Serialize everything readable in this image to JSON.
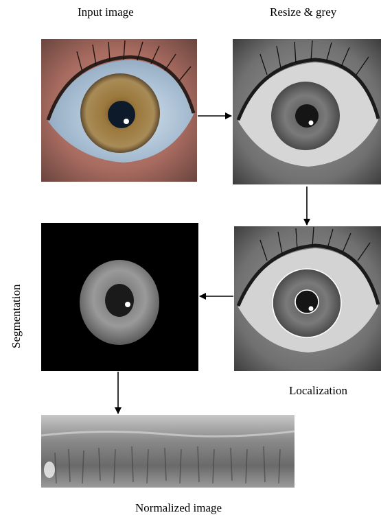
{
  "labels": {
    "input": "Input image",
    "resize": "Resize & grey",
    "segmentation": "Segmentation",
    "localization": "Localization",
    "normalized": "Normalized image"
  }
}
